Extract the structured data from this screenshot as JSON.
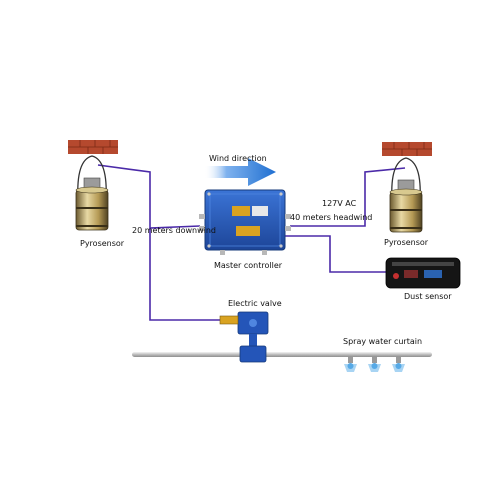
{
  "labels": {
    "wind_direction": "Wind direction",
    "voltage": "127V AC",
    "headwind": "40 meters headwind",
    "downwind": "20 meters downwind",
    "master_controller": "Master controller",
    "pyrosensor_left": "Pyrosensor",
    "pyrosensor_right": "Pyrosensor",
    "dust_sensor": "Dust sensor",
    "electric_valve": "Electric valve",
    "spray_curtain": "Spray water curtain"
  },
  "colors": {
    "wire": "#4b2aa8",
    "arrow": "#1f6fd1",
    "controller": "#2455b8",
    "brick": "#b5492e",
    "pipe": "#c9c9c9"
  }
}
